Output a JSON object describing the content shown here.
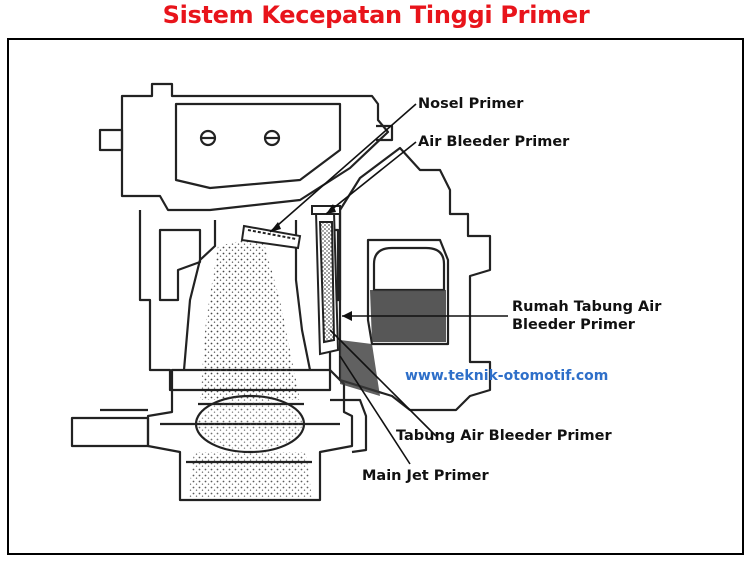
{
  "title": "Sistem Kecepatan Tinggi Primer",
  "watermark": "www.teknik-otomotif.com",
  "labels": {
    "nosel_primer": "Nosel Primer",
    "air_bleeder_primer": "Air Bleeder Primer",
    "rumah_tabung_line1": "Rumah Tabung Air",
    "rumah_tabung_line2": "Bleeder Primer",
    "tabung_air_bleeder_primer": "Tabung Air Bleeder Primer",
    "main_jet_primer": "Main Jet Primer"
  },
  "colors": {
    "title": "#e8141b",
    "watermark": "#2e6fc9",
    "ink": "#111111",
    "fuel": "#3a3a3a"
  }
}
